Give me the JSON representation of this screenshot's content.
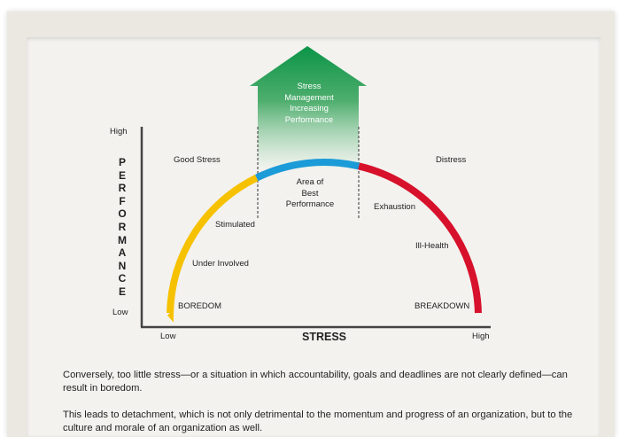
{
  "arrow_label": [
    "Stress",
    "Management",
    "Increasing",
    "Performance"
  ],
  "y_axis": {
    "title_letters": [
      "P",
      "E",
      "R",
      "F",
      "O",
      "R",
      "M",
      "A",
      "N",
      "C",
      "E"
    ],
    "high": "High",
    "low": "Low"
  },
  "x_axis": {
    "title": "STRESS",
    "low": "Low",
    "high": "High"
  },
  "zones": {
    "good_stress": "Good Stress",
    "distress": "Distress",
    "best": [
      "Area of",
      "Best",
      "Performance"
    ]
  },
  "curve_labels": {
    "stimulated": "Stimulated",
    "under_involved": "Under Involved",
    "boredom": "BOREDOM",
    "exhaustion": "Exhaustion",
    "ill_health": "Ill-Health",
    "breakdown": "BREAKDOWN"
  },
  "colors": {
    "low": "#f6c100",
    "optimal": "#1b9bd7",
    "high": "#d7112b",
    "arrow": "#0b9447"
  },
  "paragraphs": [
    "Conversely, too little stress—or a situation in which accountability, goals and deadlines are not clearly defined—can result in boredom.",
    "This leads to detachment, which is not only detrimental to the momentum and progress of an organization, but to the culture and morale of an organization as well."
  ]
}
